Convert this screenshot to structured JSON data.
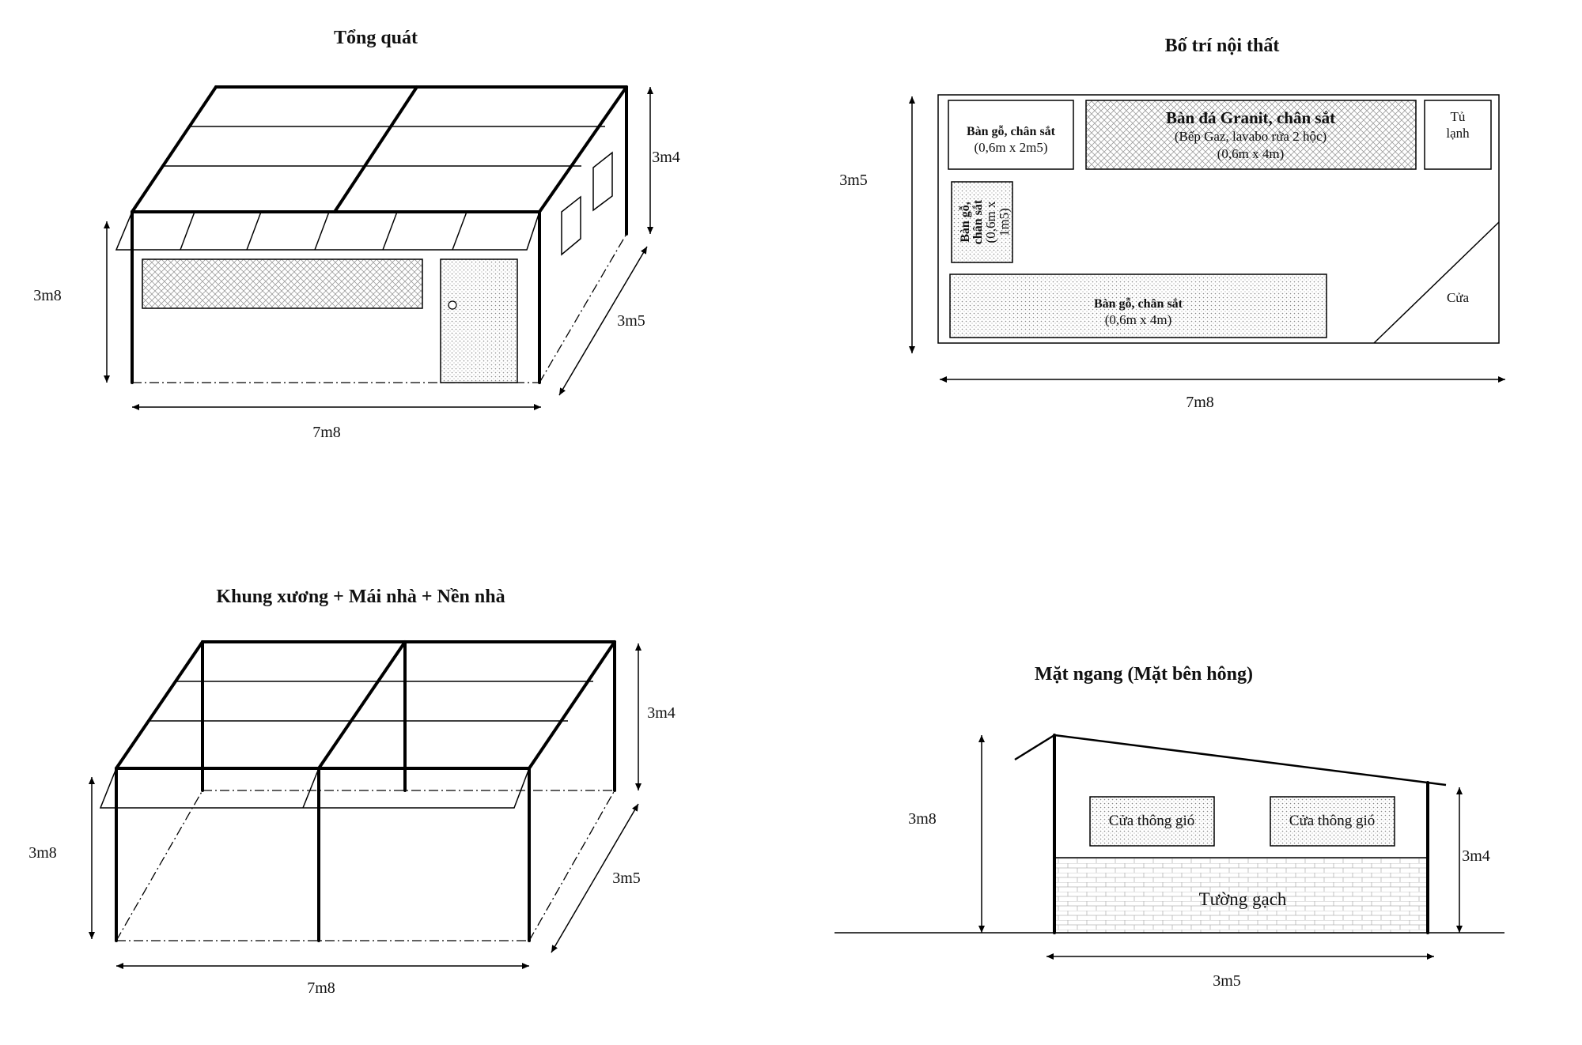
{
  "panels": {
    "overview": {
      "title": "Tổng quát",
      "height_left": "3m8",
      "height_right": "3m4",
      "depth": "3m5",
      "width": "7m8"
    },
    "interior": {
      "title": "Bố trí nội thất",
      "height": "3m5",
      "width": "7m8",
      "items": {
        "wood_table_small": {
          "name": "Bàn gỗ, chân sắt",
          "size": "(0,6m x 2m5)"
        },
        "granite_table": {
          "name": "Bàn đá Granit, chân sắt",
          "desc": "(Bếp Gaz, lavabo rửa 2 hộc)",
          "size": "(0,6m x 4m)"
        },
        "fridge": {
          "line1": "Tủ",
          "line2": "lạnh"
        },
        "wood_table_vertical": {
          "line1": "Bàn gỗ,",
          "line2": "chân sắt",
          "line3": "(0,6m x",
          "line4": "1m5)"
        },
        "wood_table_long": {
          "name": "Bàn gỗ, chân sắt",
          "size": "(0,6m x 4m)"
        },
        "door": "Cửa"
      }
    },
    "frame": {
      "title": "Khung xương + Mái nhà + Nền nhà",
      "height_left": "3m8",
      "height_right": "3m4",
      "depth": "3m5",
      "width": "7m8"
    },
    "side": {
      "title": "Mặt ngang (Mặt bên hông)",
      "height_left": "3m8",
      "height_right": "3m4",
      "width": "3m5",
      "vent_left": "Cửa thông gió",
      "vent_right": "Cửa thông gió",
      "wall": "Tường gạch"
    }
  },
  "colors": {
    "line": "#000000",
    "fill_pattern": "#9a9a9a"
  }
}
